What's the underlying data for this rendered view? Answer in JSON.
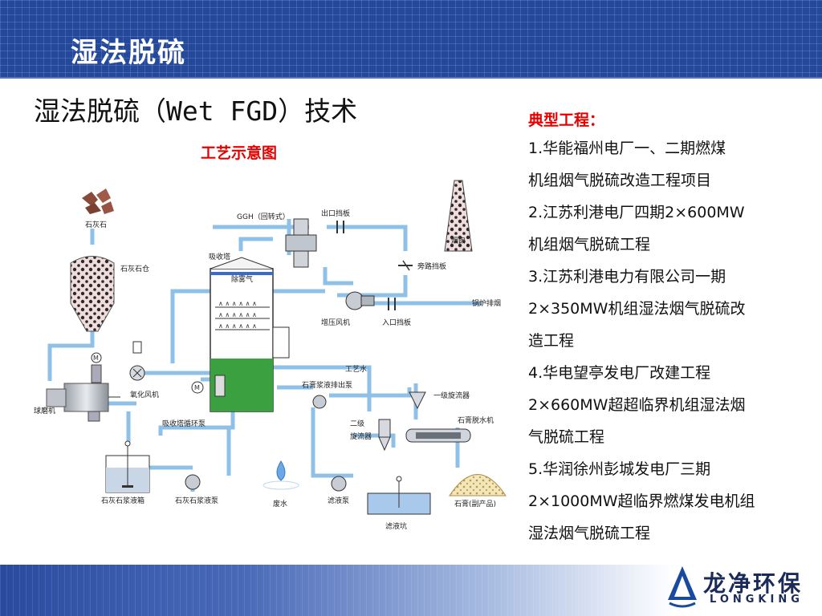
{
  "header": {
    "title": "湿法脱硫"
  },
  "page": {
    "title": "湿法脱硫（Wet FGD）技术"
  },
  "diagram": {
    "caption": "工艺示意图",
    "labels": {
      "limestone": "石灰石",
      "limestone_silo": "石灰石仓",
      "ball_mill": "球磨机",
      "oxidation_fan": "氧化风机",
      "absorber_circ_pump": "吸收塔循环泵",
      "slurry_tank": "石灰石浆液箱",
      "slurry_pump": "石灰石浆液泵",
      "waste_water": "废水",
      "filtrate_pump": "滤液泵",
      "filtrate_tank": "滤液坑",
      "gypsum": "石膏(副产品)",
      "gypsum_dewater": "石膏脱水机",
      "cyclone_1": "一级旋流器",
      "cyclone_2a": "二级",
      "cyclone_2b": "旋流器",
      "gypsum_discharge_pump": "石膏浆液排出泵",
      "process_water": "工艺水",
      "absorber": "吸收塔",
      "demister": "除雾气",
      "ggh": "GGH（回转式）",
      "outlet_damper": "出口挡板",
      "bypass_damper": "旁路挡板",
      "boiler_flue_gas": "锅炉排烟",
      "inlet_damper": "入口挡板",
      "booster_fan": "增压风机",
      "chimney": "烟囱"
    }
  },
  "projects": {
    "title": "典型工程：",
    "lines": [
      "1.华能福州电厂一、二期燃煤",
      "机组烟气脱硫改造工程项目",
      "2.江苏利港电厂四期2×600MW",
      "机组烟气脱硫工程",
      "3.江苏利港电力有限公司一期",
      "2×350MW机组湿法烟气脱硫改",
      "造工程",
      "4.华电望亭发电厂改建工程",
      "2×660MW超超临界机组湿法烟",
      "气脱硫工程",
      "5.华润徐州彭城发电厂三期",
      "2×1000MW超临界燃煤发电机组",
      "湿法烟气脱硫工程"
    ]
  },
  "logo": {
    "cn": "龙净环保",
    "en": "LONGKING"
  },
  "colors": {
    "header": "#24489a",
    "accent_red": "#e60000",
    "pipe": "#7fb3e0",
    "absorber_liquid": "#3aa040"
  }
}
